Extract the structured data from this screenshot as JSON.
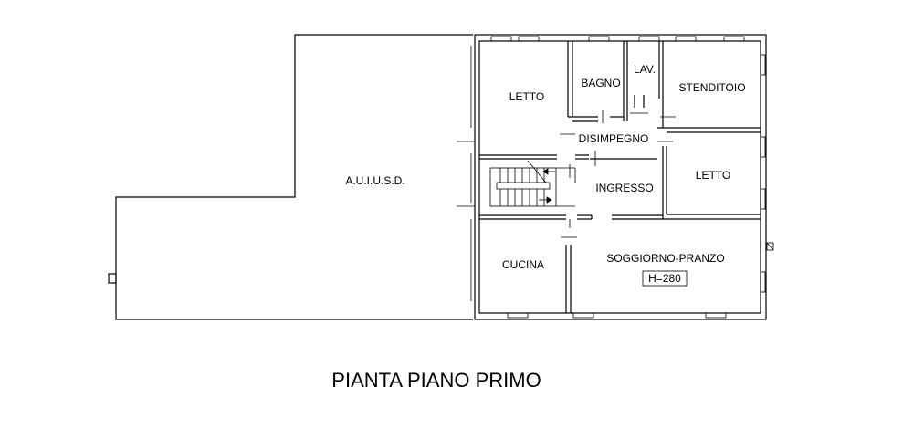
{
  "title": "PIANTA PIANO PRIMO",
  "rooms": {
    "auiusd": "A.U.I.U.S.D.",
    "letto_1": "LETTO",
    "bagno": "BAGNO",
    "lav": "LAV.",
    "stenditoio": "STENDITOIO",
    "disimpegno": "DISIMPEGNO",
    "ingresso": "INGRESSO",
    "letto_2": "LETTO",
    "cucina": "CUCINA",
    "soggiorno": "SOGGIORNO-PRANZO"
  },
  "height_tag": "H=280"
}
